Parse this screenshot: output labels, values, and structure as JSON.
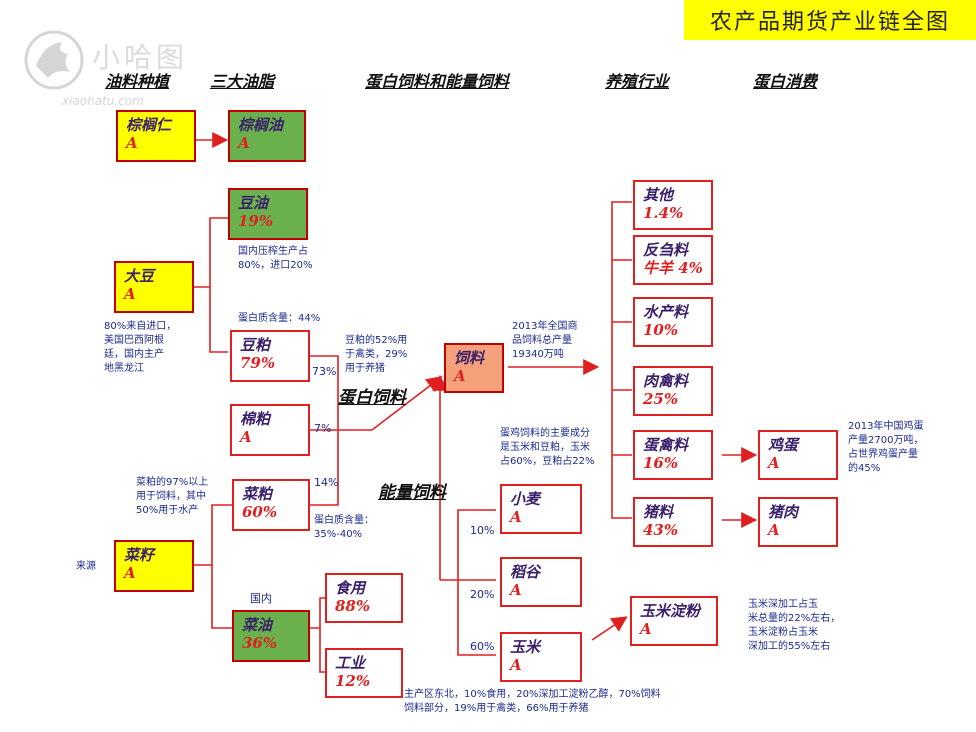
{
  "title": "农产品期货产业链全图",
  "watermark": {
    "text": "小哈图",
    "sub": "xiaohatu.com"
  },
  "headers": [
    "油料种植",
    "三大油脂",
    "蛋白饲料和能量饲料",
    "养殖行业",
    "蛋白消费"
  ],
  "nodes": {
    "palm_kernel": {
      "name": "棕榈仁",
      "value": "A"
    },
    "palm_oil": {
      "name": "棕榈油",
      "value": "A"
    },
    "soy_oil": {
      "name": "豆油",
      "value": "19%"
    },
    "soybean": {
      "name": "大豆",
      "value": "A"
    },
    "soy_meal": {
      "name": "豆粕",
      "value": "79%"
    },
    "cotton_meal": {
      "name": "棉粕",
      "value": "A"
    },
    "rapeseed_meal": {
      "name": "菜粕",
      "value": "60%"
    },
    "rapeseed": {
      "name": "菜籽",
      "value": "A"
    },
    "rapeseed_oil": {
      "name": "菜油",
      "value": "36%"
    },
    "edible": {
      "name": "食用",
      "value": "88%"
    },
    "industrial": {
      "name": "工业",
      "value": "12%"
    },
    "feed": {
      "name": "饲料",
      "value": "A"
    },
    "other": {
      "name": "其他",
      "value": "1.4%"
    },
    "ruminant": {
      "name": "反刍料",
      "value": "牛羊 4%"
    },
    "aqua": {
      "name": "水产料",
      "value": "10%"
    },
    "meat_poultry": {
      "name": "肉禽料",
      "value": "25%"
    },
    "egg_poultry": {
      "name": "蛋禽料",
      "value": "16%"
    },
    "pig_feed": {
      "name": "猪料",
      "value": "43%"
    },
    "egg": {
      "name": "鸡蛋",
      "value": "A"
    },
    "pork": {
      "name": "猪肉",
      "value": "A"
    },
    "wheat": {
      "name": "小麦",
      "value": "A"
    },
    "rice": {
      "name": "稻谷",
      "value": "A"
    },
    "corn": {
      "name": "玉米",
      "value": "A"
    },
    "corn_starch": {
      "name": "玉米淀粉",
      "value": "A"
    }
  },
  "notes": {
    "soy_oil_note": "国内压榨生产占\n80%，进口20%",
    "protein_note": "蛋白质含量：44%",
    "soybean_note": "80%来自进口，\n美国巴西阿根\n廷，国内主产\n地黑龙江",
    "soymeal_use": "豆粕的52%用\n于禽类，29%\n用于养猪",
    "feed_total": "2013年全国商\n品饲料总产量\n19340万吨",
    "egg_feed_note": "蛋鸡饲料的主要成分\n是玉米和豆粕，玉米\n占60%，豆粕占22%",
    "egg_prod_note": "2013年中国鸡蛋\n产量2700万吨，\n占世界鸡蛋产量\n的45%",
    "rapemeal_use": "菜粕的97%以上\n用于饲料，其中\n50%用于水产",
    "rapemeal_protein": "蛋白质含量：\n35%-40%",
    "source": "来源",
    "domestic": "国内",
    "corn_starch_note": "玉米深加工占玉\n米总量的22%左右，\n玉米淀粉占玉米\n深加工的55%左右",
    "corn_note": "主产区东北，10%食用，20%深加工淀粉乙醇，70%饲料\n饲料部分，19%用于禽类，66%用于养猪"
  },
  "percents": {
    "p73": "73%",
    "p7": "7%",
    "p14": "14%",
    "g10": "10%",
    "g20": "20%",
    "g60": "60%"
  },
  "mid_labels": {
    "protein_feed": "蛋白饲料",
    "energy_feed": "能量饲料"
  },
  "colors": {
    "line": "#e02020",
    "yellow": "#ffff00",
    "green": "#6ab04c",
    "salmon": "#f4a07a",
    "note": "#1c2a8c"
  }
}
